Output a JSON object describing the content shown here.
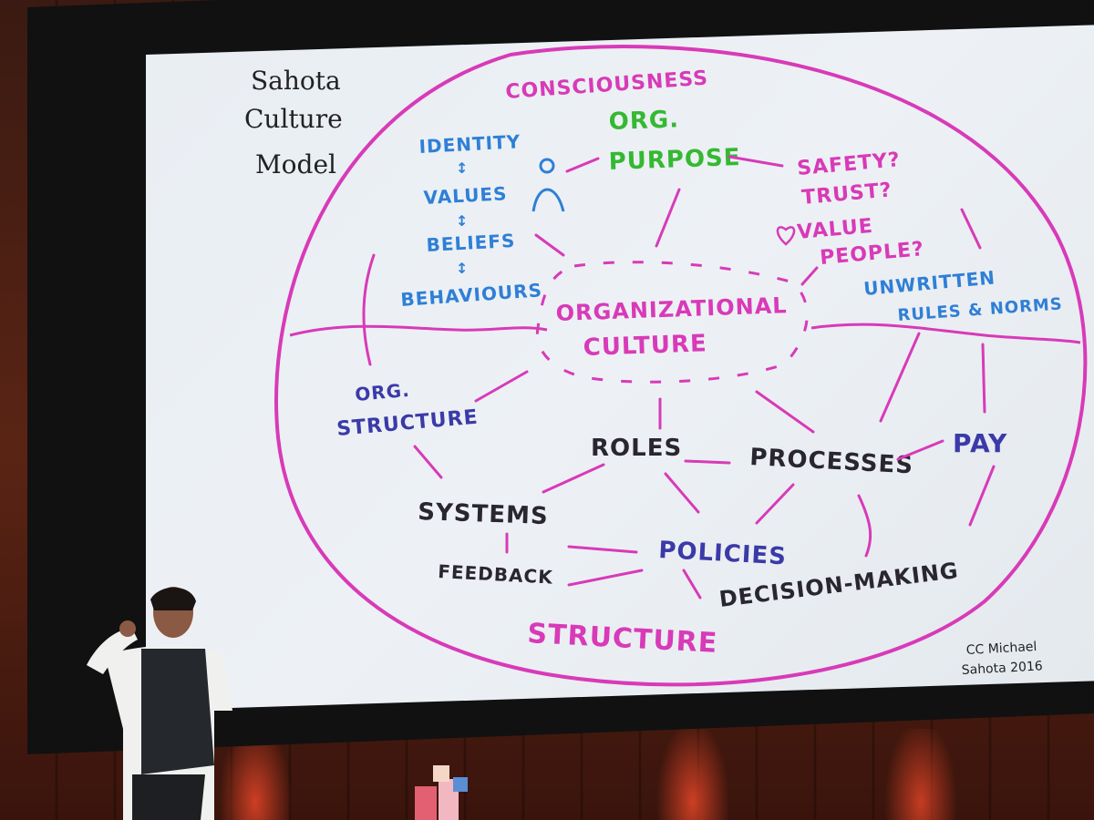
{
  "title": {
    "line1": "Sahota",
    "line2": "Culture",
    "line3": "Model"
  },
  "regions": {
    "top": "CONSCIOUSNESS",
    "bottom": "STRUCTURE"
  },
  "nodes": {
    "identity": "IDENTITY",
    "values": "VALUES",
    "beliefs": "BELIEFS",
    "behaviours": "BEHAVIOURS",
    "org_purpose_1": "ORG.",
    "org_purpose_2": "PURPOSE",
    "safety": "SAFETY?",
    "trust": "TRUST?",
    "value_people_1": "VALUE",
    "value_people_2": "PEOPLE?",
    "unwritten_1": "UNWRITTEN",
    "unwritten_2": "RULES & NORMS",
    "culture_1": "ORGANIZATIONAL",
    "culture_2": "CULTURE",
    "org_structure_1": "ORG.",
    "org_structure_2": "STRUCTURE",
    "roles": "ROLES",
    "processes": "PROCESSES",
    "pay": "PAY",
    "systems": "SYSTEMS",
    "feedback": "FEEDBACK",
    "policies": "POLICIES",
    "decision_making": "DECISION-MAKING"
  },
  "credit": {
    "line1": "CC Michael",
    "line2": "Sahota 2016"
  },
  "colors": {
    "magenta": "#d83ab8",
    "blue": "#2f7fd6",
    "green": "#35b832",
    "navy": "#3b3aa8",
    "dark": "#2a2630"
  }
}
